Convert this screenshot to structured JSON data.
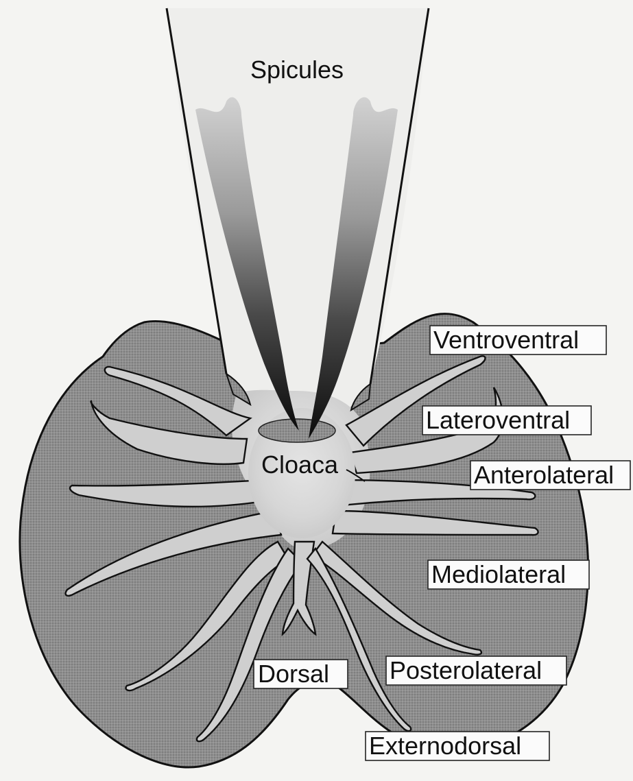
{
  "labels": {
    "spicules": "Spicules",
    "cloaca": "Cloaca",
    "ventroventral": "Ventroventral",
    "lateroventral": "Lateroventral",
    "anterolateral": "Anterolateral",
    "mediolateral": "Mediolateral",
    "dorsal": "Dorsal",
    "posterolateral": "Posterolateral",
    "externodorsal": "Externodorsal"
  }
}
